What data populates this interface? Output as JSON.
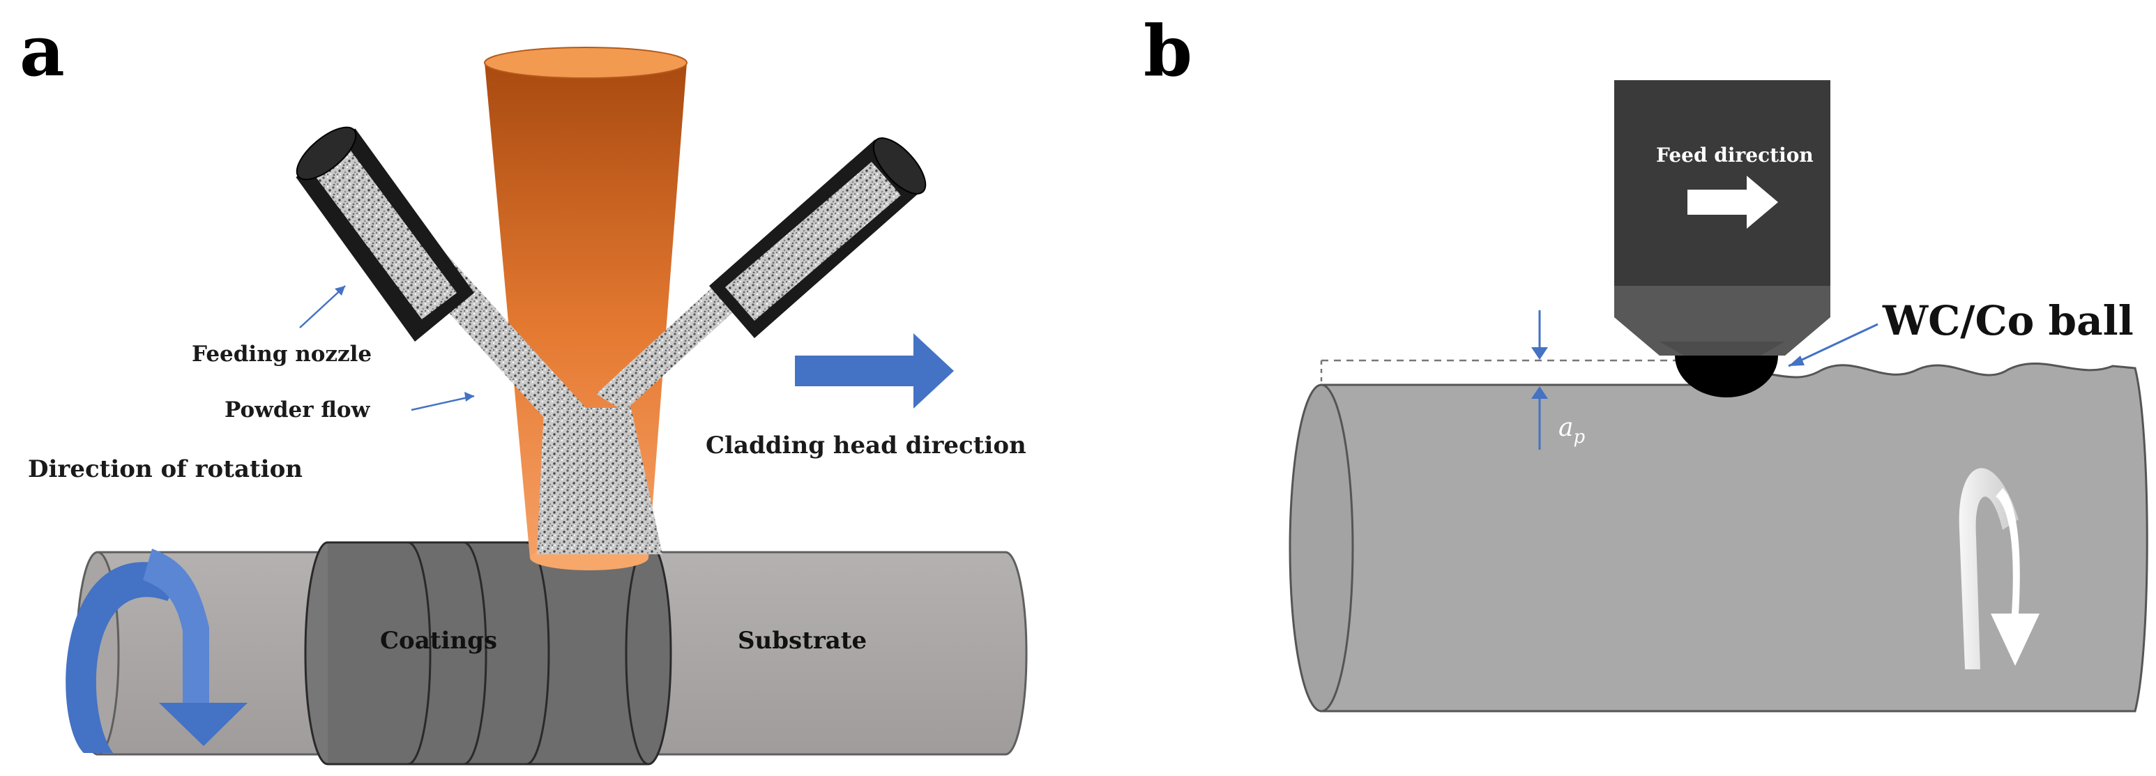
{
  "panel_a": {
    "letter": "a",
    "labels": {
      "feeding_nozzle": "Feeding nozzle",
      "powder_flow": "Powder flow",
      "cladding_head_direction": "Cladding head direction",
      "direction_of_rotation": "Direction of rotation",
      "coatings": "Coatings",
      "substrate": "Substrate"
    },
    "icons": [
      "rotation-arrow-icon",
      "direction-arrow-icon"
    ],
    "colors": {
      "laser_beam": "#d2661e",
      "arrow_blue": "#4472c4",
      "substrate": "#a6a3a2",
      "coating": "#6b6b6b"
    }
  },
  "panel_b": {
    "letter": "b",
    "labels": {
      "feed_direction": "Feed direction",
      "tool_ball": "WC/Co ball",
      "depth_symbol": "a",
      "depth_subscript": "p"
    },
    "icons": [
      "feed-arrow-icon",
      "rotation-arrow-icon",
      "depth-arrow-icon"
    ],
    "colors": {
      "tool_body": "#3a3a3a",
      "workpiece": "#a9a9a9",
      "arrow_blue": "#4472c4"
    }
  }
}
